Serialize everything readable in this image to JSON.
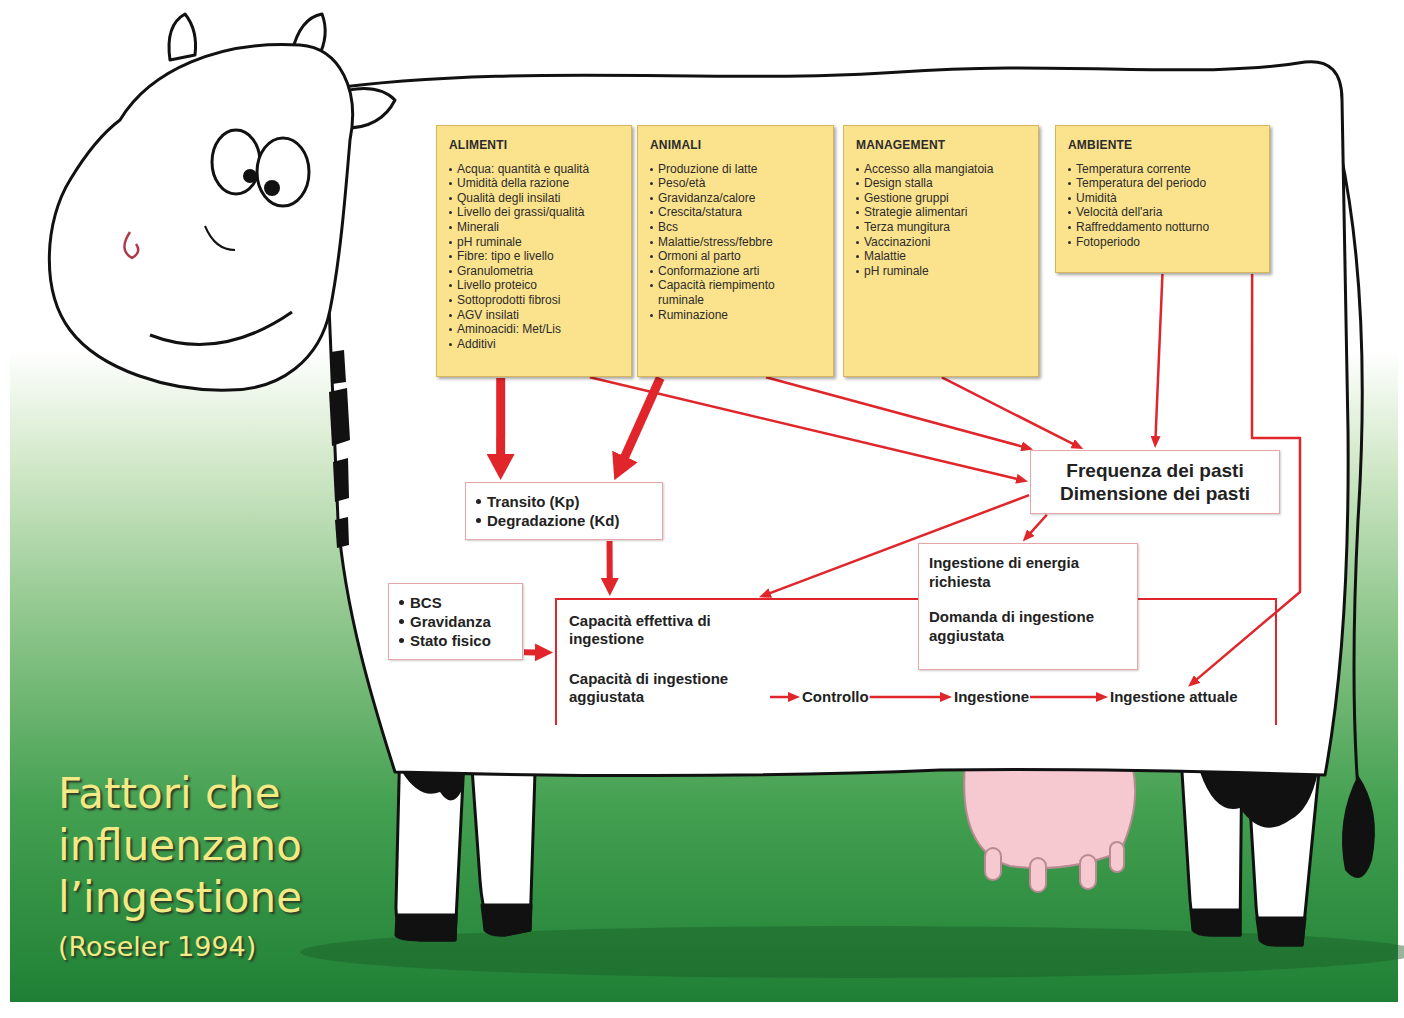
{
  "diagram": {
    "title": "Fattori che influenzano l’ingestione",
    "caption": "(Roseler 1994)",
    "nodes": [
      {
        "text": [
          "ALIMENTI",
          "Acqua: quantità e qualità",
          "Umidità della razione",
          "Qualità degli insilati",
          "Livello dei grassi/qualità",
          "Minerali",
          "pH ruminale",
          "Fibre: tipo e livello",
          "Granulometria",
          "Livello proteico",
          "Sottoprodotti fibrosi",
          "AGV insilati",
          "Aminoacidi: Met/Lis",
          "Additivi"
        ]
      },
      {
        "text": [
          "ANIMALI",
          "Produzione di latte",
          "Peso/età",
          "Gravidanza/calore",
          "Crescita/statura",
          "Bcs",
          "Malattie/stress/febbre",
          "Ormoni al parto",
          "Conformazione arti",
          "Capacità riempimento ruminale",
          "Ruminazione"
        ]
      },
      {
        "text": [
          "MANAGEMENT",
          "Accesso alla mangiatoia",
          "Design stalla",
          "Gestione gruppi",
          "Strategie alimentari",
          "Terza mungitura",
          "Vaccinazioni",
          "Malattie",
          "pH ruminale"
        ]
      },
      {
        "text": [
          "AMBIENTE",
          "Temperatura corrente",
          "Temperatura del periodo",
          "Umidità",
          "Velocità dell'aria",
          "Raffreddamento notturno",
          "Fotoperiodo"
        ]
      },
      {
        "text": [
          "Frequenza dei pasti",
          "Dimensione dei pasti"
        ]
      },
      {
        "text": [
          "Transito (Kp)",
          "Degradazione (Kd)"
        ]
      },
      {
        "text": [
          "Ingestione di energia richiesta",
          "Domanda di ingestione aggiustata"
        ]
      },
      {
        "text": [
          "BCS",
          "Gravidanza",
          "Stato fisico"
        ]
      },
      {
        "text": [
          "Capacità effettiva di ingestione"
        ]
      },
      {
        "text": [
          "Capacità di ingestione aggiustata"
        ],
        "in": 8
      },
      {
        "text": [
          "Controllo"
        ],
        "in": 8
      },
      {
        "text": [
          "Ingestione"
        ],
        "in": 8
      },
      {
        "text": [
          "Ingestione attuale"
        ],
        "in": 8
      }
    ],
    "edges": [
      {
        "from": 0,
        "to": 5,
        "arrow": "to"
      },
      {
        "from": 1,
        "to": 5,
        "arrow": "to"
      },
      {
        "from": 0,
        "to": 4,
        "arrow": "to"
      },
      {
        "from": 1,
        "to": 4,
        "arrow": "to"
      },
      {
        "from": 2,
        "to": 4,
        "arrow": "to"
      },
      {
        "from": 3,
        "to": 4,
        "arrow": "to"
      },
      {
        "from": 3,
        "to": 12,
        "arrow": "to"
      },
      {
        "from": 5,
        "to": 8,
        "arrow": "to"
      },
      {
        "from": 7,
        "to": 8,
        "arrow": "to"
      },
      {
        "from": 4,
        "to": 8,
        "arrow": "to"
      },
      {
        "from": 4,
        "to": 6,
        "arrow": "to"
      },
      {
        "from": 9,
        "to": 10,
        "arrow": "to"
      },
      {
        "from": 10,
        "to": 11,
        "arrow": "to"
      },
      {
        "from": 11,
        "to": 12,
        "arrow": "to"
      }
    ]
  }
}
